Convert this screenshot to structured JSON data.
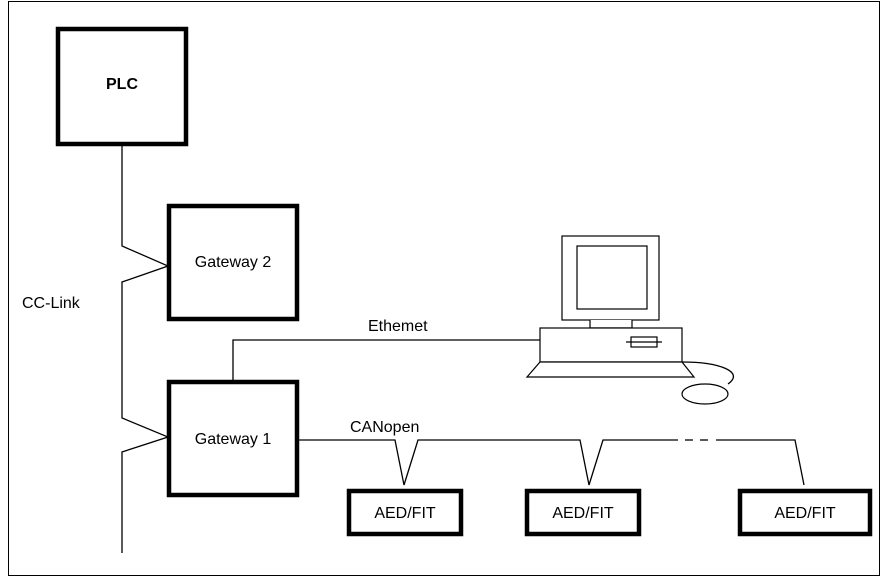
{
  "plc": {
    "label": "PLC"
  },
  "gateways": [
    {
      "label": "Gateway 2"
    },
    {
      "label": "Gateway 1"
    }
  ],
  "networks": {
    "cclink": "CC-Link",
    "ethernet": "Ethemet",
    "canopen": "CANopen"
  },
  "devices": [
    {
      "label": "AED/FIT"
    },
    {
      "label": "AED/FIT"
    },
    {
      "label": "AED/FIT"
    }
  ]
}
